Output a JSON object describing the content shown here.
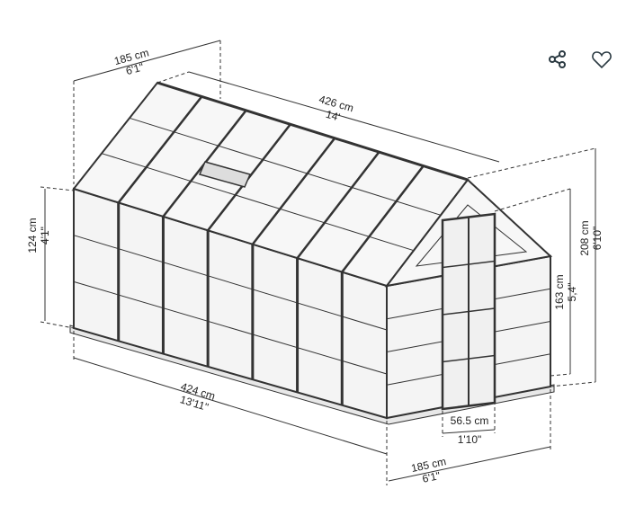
{
  "actions": {
    "share_icon": "share-icon",
    "favorite_icon": "heart-icon",
    "icon_color": "#2b3a42"
  },
  "dimensions": {
    "roof_width": {
      "metric": "185 cm",
      "imperial": "6'1\""
    },
    "roof_length": {
      "metric": "426 cm",
      "imperial": "14'"
    },
    "side_height": {
      "metric": "124 cm",
      "imperial": "4'1\""
    },
    "base_length": {
      "metric": "424 cm",
      "imperial": "13'11\""
    },
    "base_width": {
      "metric": "185 cm",
      "imperial": "6'1\""
    },
    "door_width": {
      "metric": "56.5 cm",
      "imperial": "1'10\""
    },
    "peak_height": {
      "metric": "208 cm",
      "imperial": "6'10\""
    },
    "door_height": {
      "metric": "163 cm",
      "imperial": "5,4\""
    }
  }
}
